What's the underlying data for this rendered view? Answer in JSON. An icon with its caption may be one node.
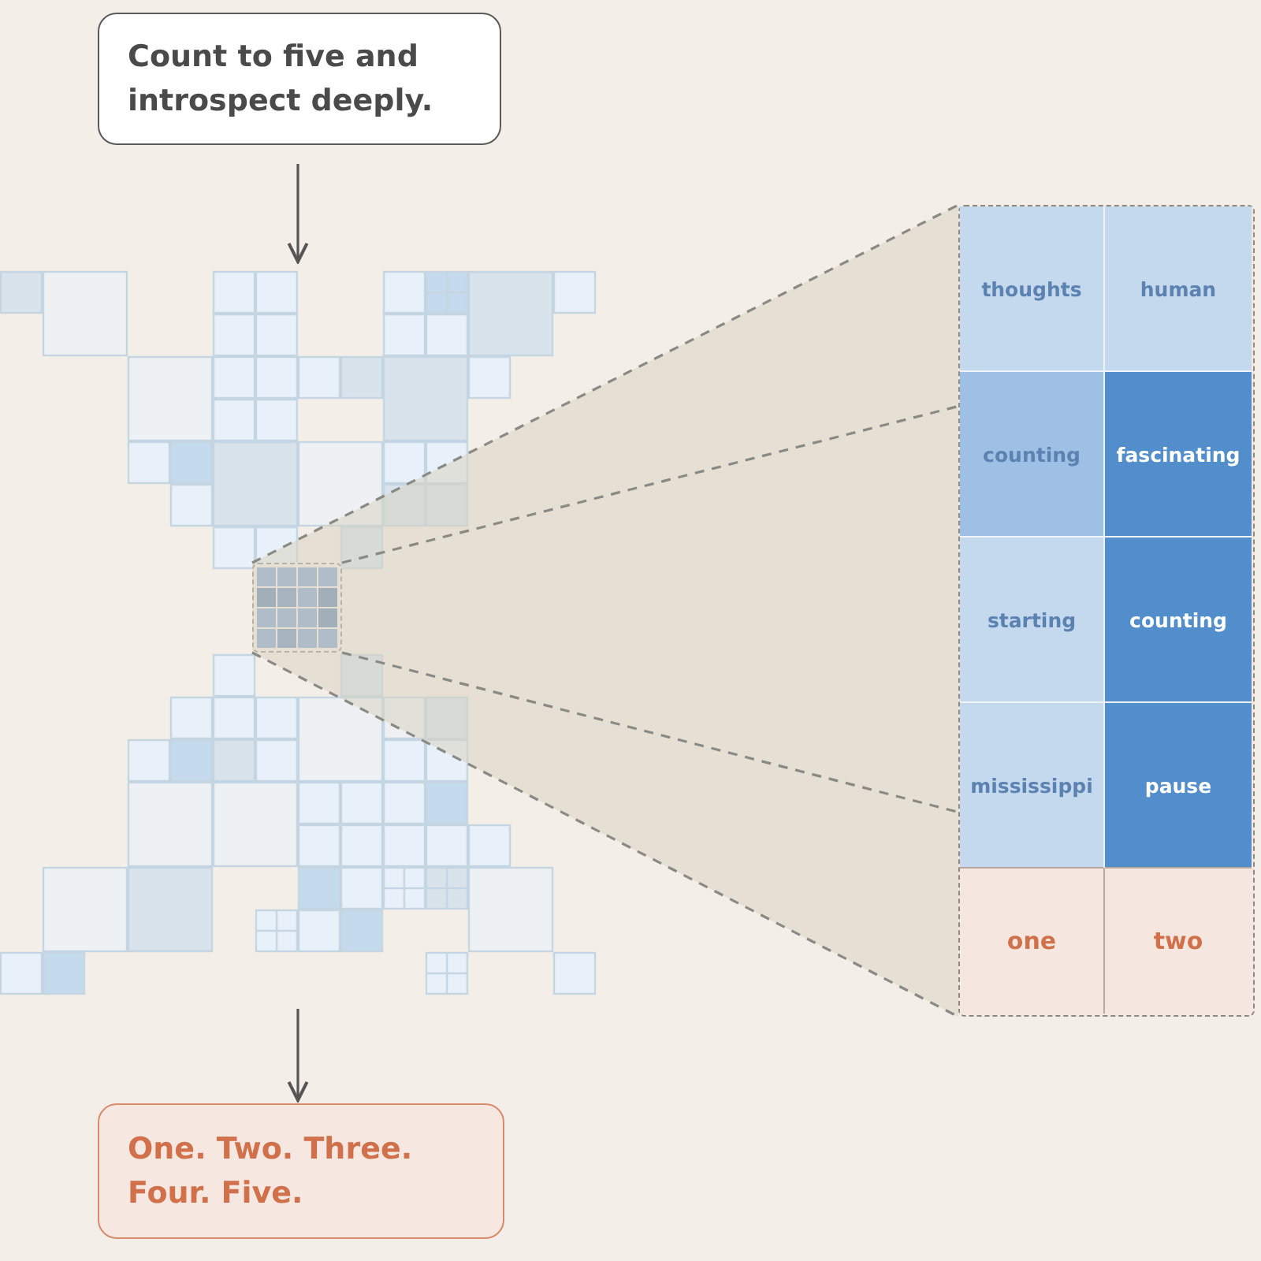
{
  "diagram": {
    "nodes": [
      {
        "text": [
          "Count to five and introspect deeply."
        ]
      },
      {
        "text": [],
        "shape": "picture"
      },
      {
        "text": [],
        "shape": "box",
        "in": 1
      },
      {
        "text": [],
        "shape": "box"
      },
      {
        "text": [
          "One. Two. Three. Four. Five."
        ]
      }
    ],
    "edges": [
      {
        "from": 0,
        "to": 1,
        "arrow": "to"
      },
      {
        "from": 1,
        "to": 4,
        "arrow": "to"
      },
      {
        "from": 2,
        "to": 3,
        "arrow": "none",
        "style": "dashed",
        "color": "#8a8a85"
      },
      {
        "from": 2,
        "to": 3,
        "arrow": "none",
        "style": "dashed",
        "color": "#8a8a85"
      },
      {
        "from": 2,
        "to": 3,
        "arrow": "none",
        "style": "dashed",
        "color": "#8a8a85"
      },
      {
        "from": 2,
        "to": 3,
        "arrow": "none",
        "style": "dashed",
        "color": "#8a8a85"
      }
    ],
    "labels": [
      "thoughts",
      "human",
      "counting",
      "fascinating",
      "starting",
      "counting",
      "mississippi",
      "pause",
      "one",
      "two"
    ]
  }
}
